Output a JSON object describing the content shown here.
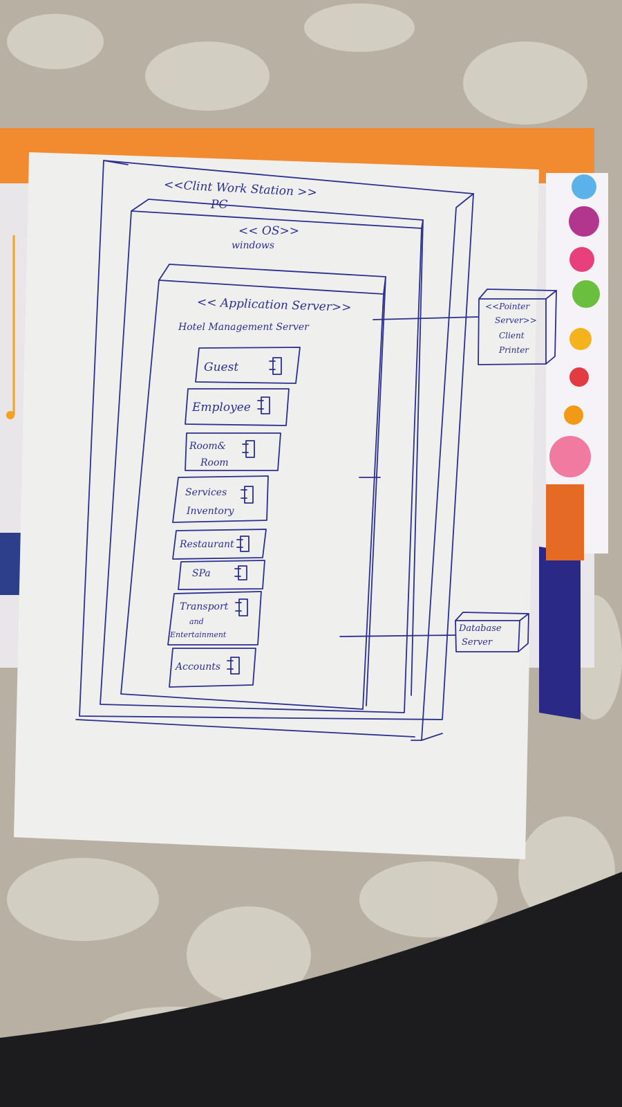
{
  "diagram": {
    "client_node": {
      "stereotype": "<<Clint Work Station >>",
      "name": "PC"
    },
    "os_node": {
      "stereotype": "<< OS>>",
      "name": "windows"
    },
    "app_server_node": {
      "stereotype": "<< Application Server>>",
      "name": "Hotel Management Server"
    },
    "components": [
      {
        "label": "Guest"
      },
      {
        "label": "Employee"
      },
      {
        "label_line1": "Room&",
        "label_line2": "Room"
      },
      {
        "label_line1": "Services",
        "label_line2": "Inventory"
      },
      {
        "label": "Restaurant"
      },
      {
        "label": "SPa"
      },
      {
        "label_line1": "Transport",
        "label_line2": "and",
        "label_line3": "Entertainment"
      },
      {
        "label": "Accounts"
      }
    ],
    "printer_node": {
      "stereotype_line1": "<<Pointer",
      "stereotype_line2": "Server>>",
      "name_line1": "Client",
      "name_line2": "Printer"
    },
    "database_node": {
      "name_line1": "Database",
      "name_line2": "Server"
    },
    "ink_color": "#2b2f8f",
    "paper_color": "#eeeeee"
  }
}
